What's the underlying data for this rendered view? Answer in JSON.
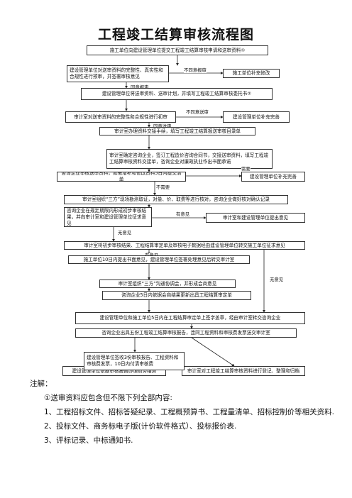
{
  "title": "工程竣工结算审核流程图",
  "boxes": {
    "b1": "施工单位向建设管理单位提交工程竣工结算审核申请和送审资料①",
    "b2": "建设管理单位对送审资料的完整性、真实性和合规性进行预审，并签署审核意见",
    "b2r": "施工单位补充修改",
    "b3": "建设管理单位将送审资料、送审计划，并填写工程竣工结算审核委托书②",
    "b4": "审计室对送审资料的完整性和合规性进行初审",
    "b4r": "建设管理单位补充完善",
    "b5": "审计室办理资料交接手续，填写工程竣工结算报送审核目录单",
    "b6": "审计室确定咨询企业，签订工程造价咨询合同书，交接送审资料，填写工程竣工结算审核资料交接单，咨询企业对廉政执业作出书面承诺",
    "b7": "咨询企业审核送审资料，如需增补和修改资料5日内提交清单",
    "b7r": "建设管理单位补充完善",
    "b8": "审计室组织“三方”现场勘测取证，对量、价、取费等进行核对，咨询企业做好核对确认记录",
    "b9": "咨询企业在规定期限内形成初步审核结果，并向审计室和建设管理单位征求意见",
    "b9r": "审计室和建设管理单位提出意见",
    "b10": "审计室将初步审核结果、工程结算审定单及审核电子数据经由建设管理单位转交施工单位征求意见",
    "b11": "施工单位10日内提出书面意见，建设管理单位签署处理意见后转交审计室",
    "b12": "审计室组织“三方”沟通协调会，并形成会商意见",
    "b13": "咨询企业5日内依据会商结果更新出具工程结算审定单",
    "b14": "建设管理单位和施工单位5日内在工程结算审定单上签字盖章，经由审计室转交咨询企业",
    "b15": "咨询企业出具五份工程竣工结算审核报告，连同工程资料和审核费发票送交审计室",
    "b16": "建设管理单位签收3份审核报告、工程资料和审核费发票，10日内付清审核费",
    "b17l": "建设管理单位依据审核报告办理财务结算",
    "b17r": "审计室对工程竣工结算审核资料进行登记、整理和归档"
  },
  "labels": {
    "disagree_review": "不同意报审",
    "agree_review": "同意报审",
    "disagree_submit": "不同意送审",
    "agree_submit": "同意送审",
    "needed": "需要",
    "not_needed": "不需要",
    "has_opinion": "有意见",
    "no_opinion": "无意见",
    "has_opinion2": "有意见",
    "no_opinion_right": "无意见"
  },
  "notes": {
    "heading": "注解：",
    "l1": "①送审资料应包含但不限下列全部内容:",
    "l2": "1、工程招标文件、招标答疑纪录、工程概预算书、工程量清单、招标控制价等相关资料.",
    "l3": "2、投标文件、商务标电子版(计价软件格式）、投标报价表.",
    "l4": "3、评标记录、中标通知书."
  }
}
